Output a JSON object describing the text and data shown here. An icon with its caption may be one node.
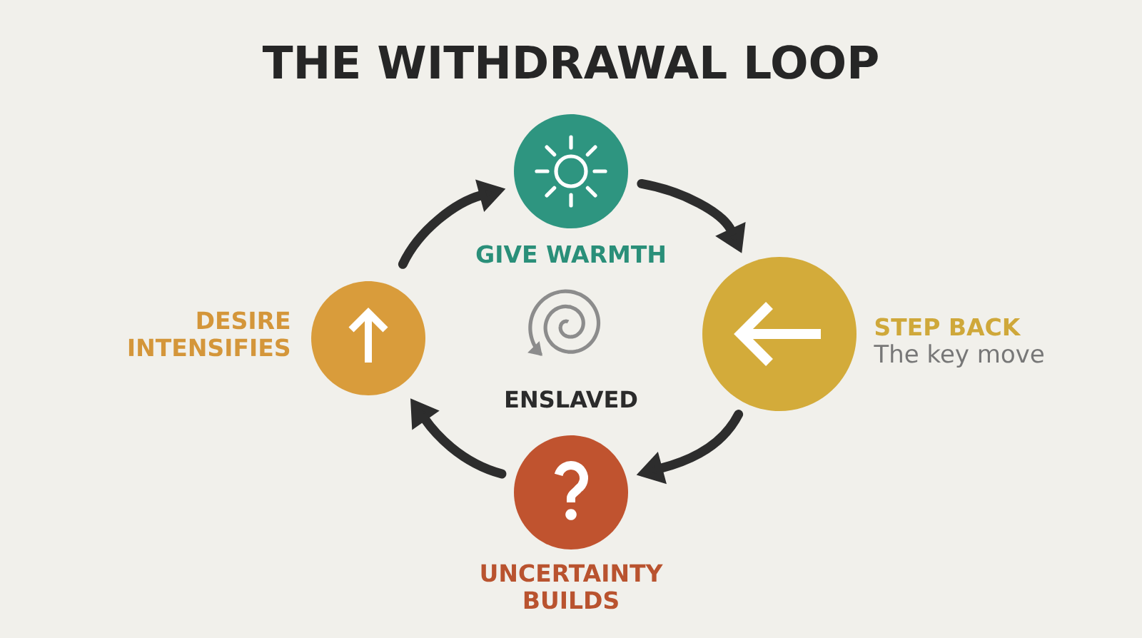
{
  "diagram": {
    "title": "THE WITHDRAWAL LOOP",
    "nodes": [
      {
        "text": [
          "GIVE WARMTH"
        ]
      },
      {
        "text": [
          "DESIRE INTENSIFIES"
        ]
      },
      {
        "text": [
          "STEP BACK",
          "The key move"
        ]
      },
      {
        "text": [
          "UNCERTAINTY BUILDS"
        ]
      }
    ],
    "edges": [
      {
        "from": 0,
        "to": 2,
        "arrow": "to"
      },
      {
        "from": 2,
        "to": 3,
        "arrow": "to"
      },
      {
        "from": 3,
        "to": 1,
        "arrow": "to"
      },
      {
        "from": 1,
        "to": 0,
        "arrow": "to"
      }
    ],
    "labels": [
      "ENSLAVED"
    ]
  }
}
